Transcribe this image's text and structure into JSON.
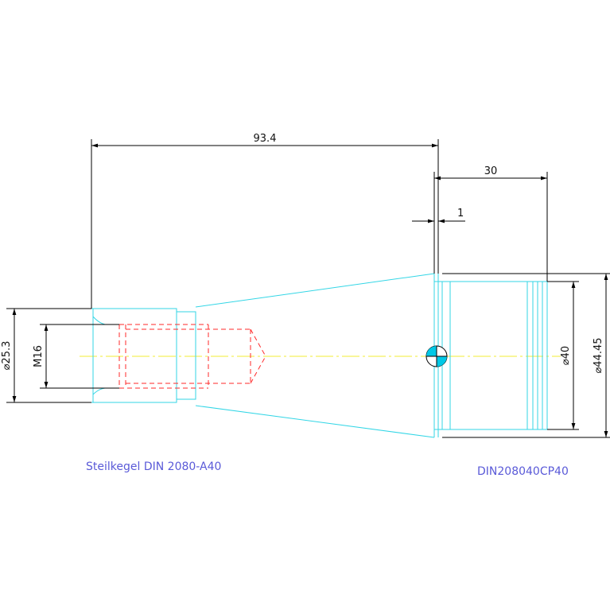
{
  "drawing": {
    "dimensions": {
      "overall_length": "93.4",
      "flange_length": "30",
      "small_offset": "1",
      "diameter_small": "⌀25.3",
      "thread": "M16",
      "diameter_flange_inner": "⌀40",
      "diameter_flange_outer": "⌀44.45"
    },
    "labels": {
      "title": "Steilkegel DIN 2080-A40",
      "code": "DIN208040CP40"
    },
    "colors": {
      "outline": "#33d6e6",
      "hidden": "#ff2a2a",
      "centerline": "#f2ee34",
      "dimension": "#000000",
      "label": "#5a5ad8",
      "marker": "#00c8e6"
    }
  }
}
